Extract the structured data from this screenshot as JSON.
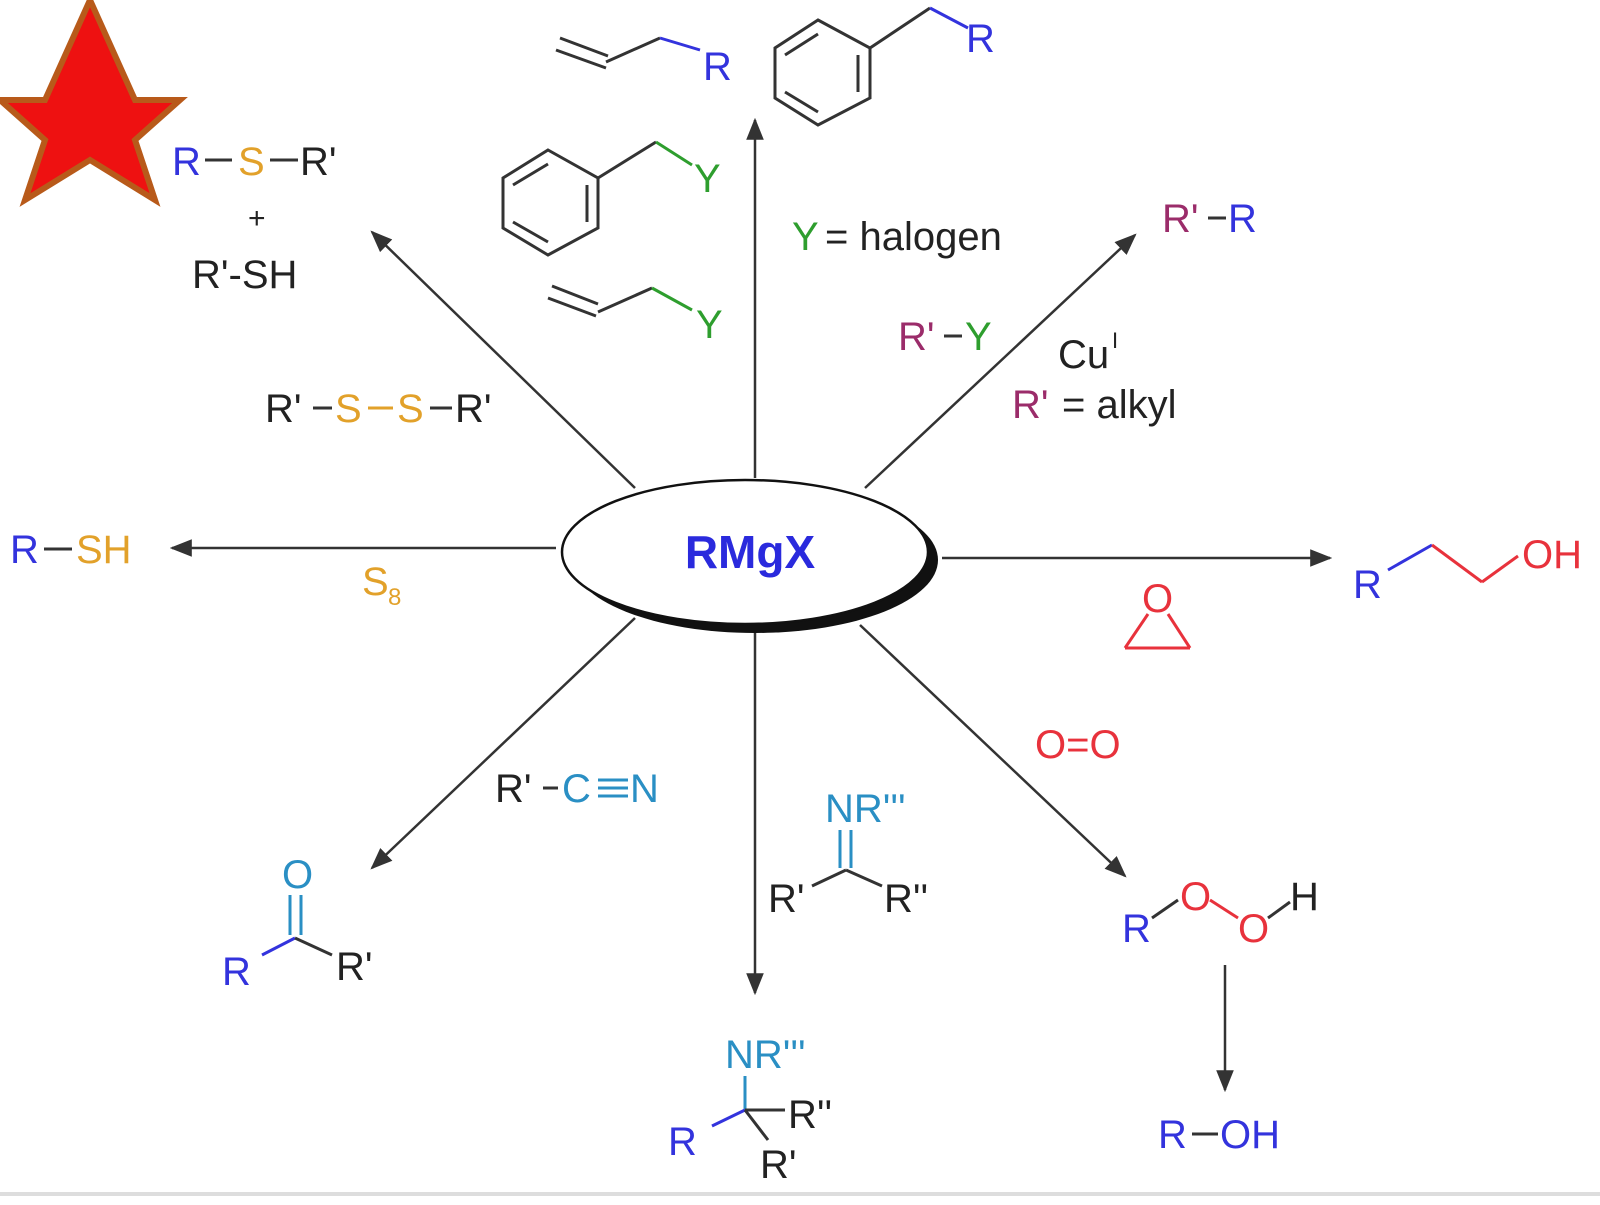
{
  "colors": {
    "blue": "#3333dd",
    "orange": "#e2a12a",
    "green": "#2e9e2e",
    "magenta": "#9b2c6a",
    "red": "#e8323c",
    "cyan": "#2a8fc4",
    "black": "#222222",
    "star_fill": "#ee1111",
    "star_stroke": "#b85a1a"
  },
  "center": {
    "label": "RMgX"
  },
  "top": {
    "reagent_y": "Y",
    "halogen_note": "Y = halogen",
    "product_r": "R"
  },
  "upper_left": {
    "r": "R",
    "s": "S",
    "rp": "R'",
    "plus": "+",
    "thiol": "R'-SH",
    "reagent": {
      "rp1": "R'",
      "s1": "S",
      "s2": "S",
      "rp2": "R'"
    }
  },
  "upper_right": {
    "product": {
      "rp": "R'",
      "r": "R"
    },
    "reagent": {
      "rp": "R'",
      "y": "Y"
    },
    "catalyst": {
      "cu": "Cu",
      "cu_sup": "I"
    },
    "note": {
      "rp": "R'",
      "text": "= alkyl"
    }
  },
  "left": {
    "product": {
      "r": "R",
      "sh": "SH"
    },
    "reagent": {
      "s": "S",
      "sub": "8"
    }
  },
  "right": {
    "product": {
      "r": "R",
      "oh": "OH"
    },
    "reagent_o": "O"
  },
  "lower_left": {
    "reagent": {
      "rp": "R'",
      "c": "C",
      "n": "N"
    },
    "product": {
      "o": "O",
      "r": "R",
      "rp": "R'"
    }
  },
  "bottom": {
    "reagent": {
      "nr": "NR'''",
      "rp": "R'",
      "rpp": "R''"
    },
    "product": {
      "nr": "NR'''",
      "r": "R",
      "rpp": "R''",
      "rp": "R'"
    }
  },
  "lower_right": {
    "reagent": "O=O",
    "peroxide": {
      "r": "R",
      "o1": "O",
      "o2": "O",
      "h": "H"
    },
    "alcohol": {
      "r": "R",
      "oh": "OH"
    }
  }
}
